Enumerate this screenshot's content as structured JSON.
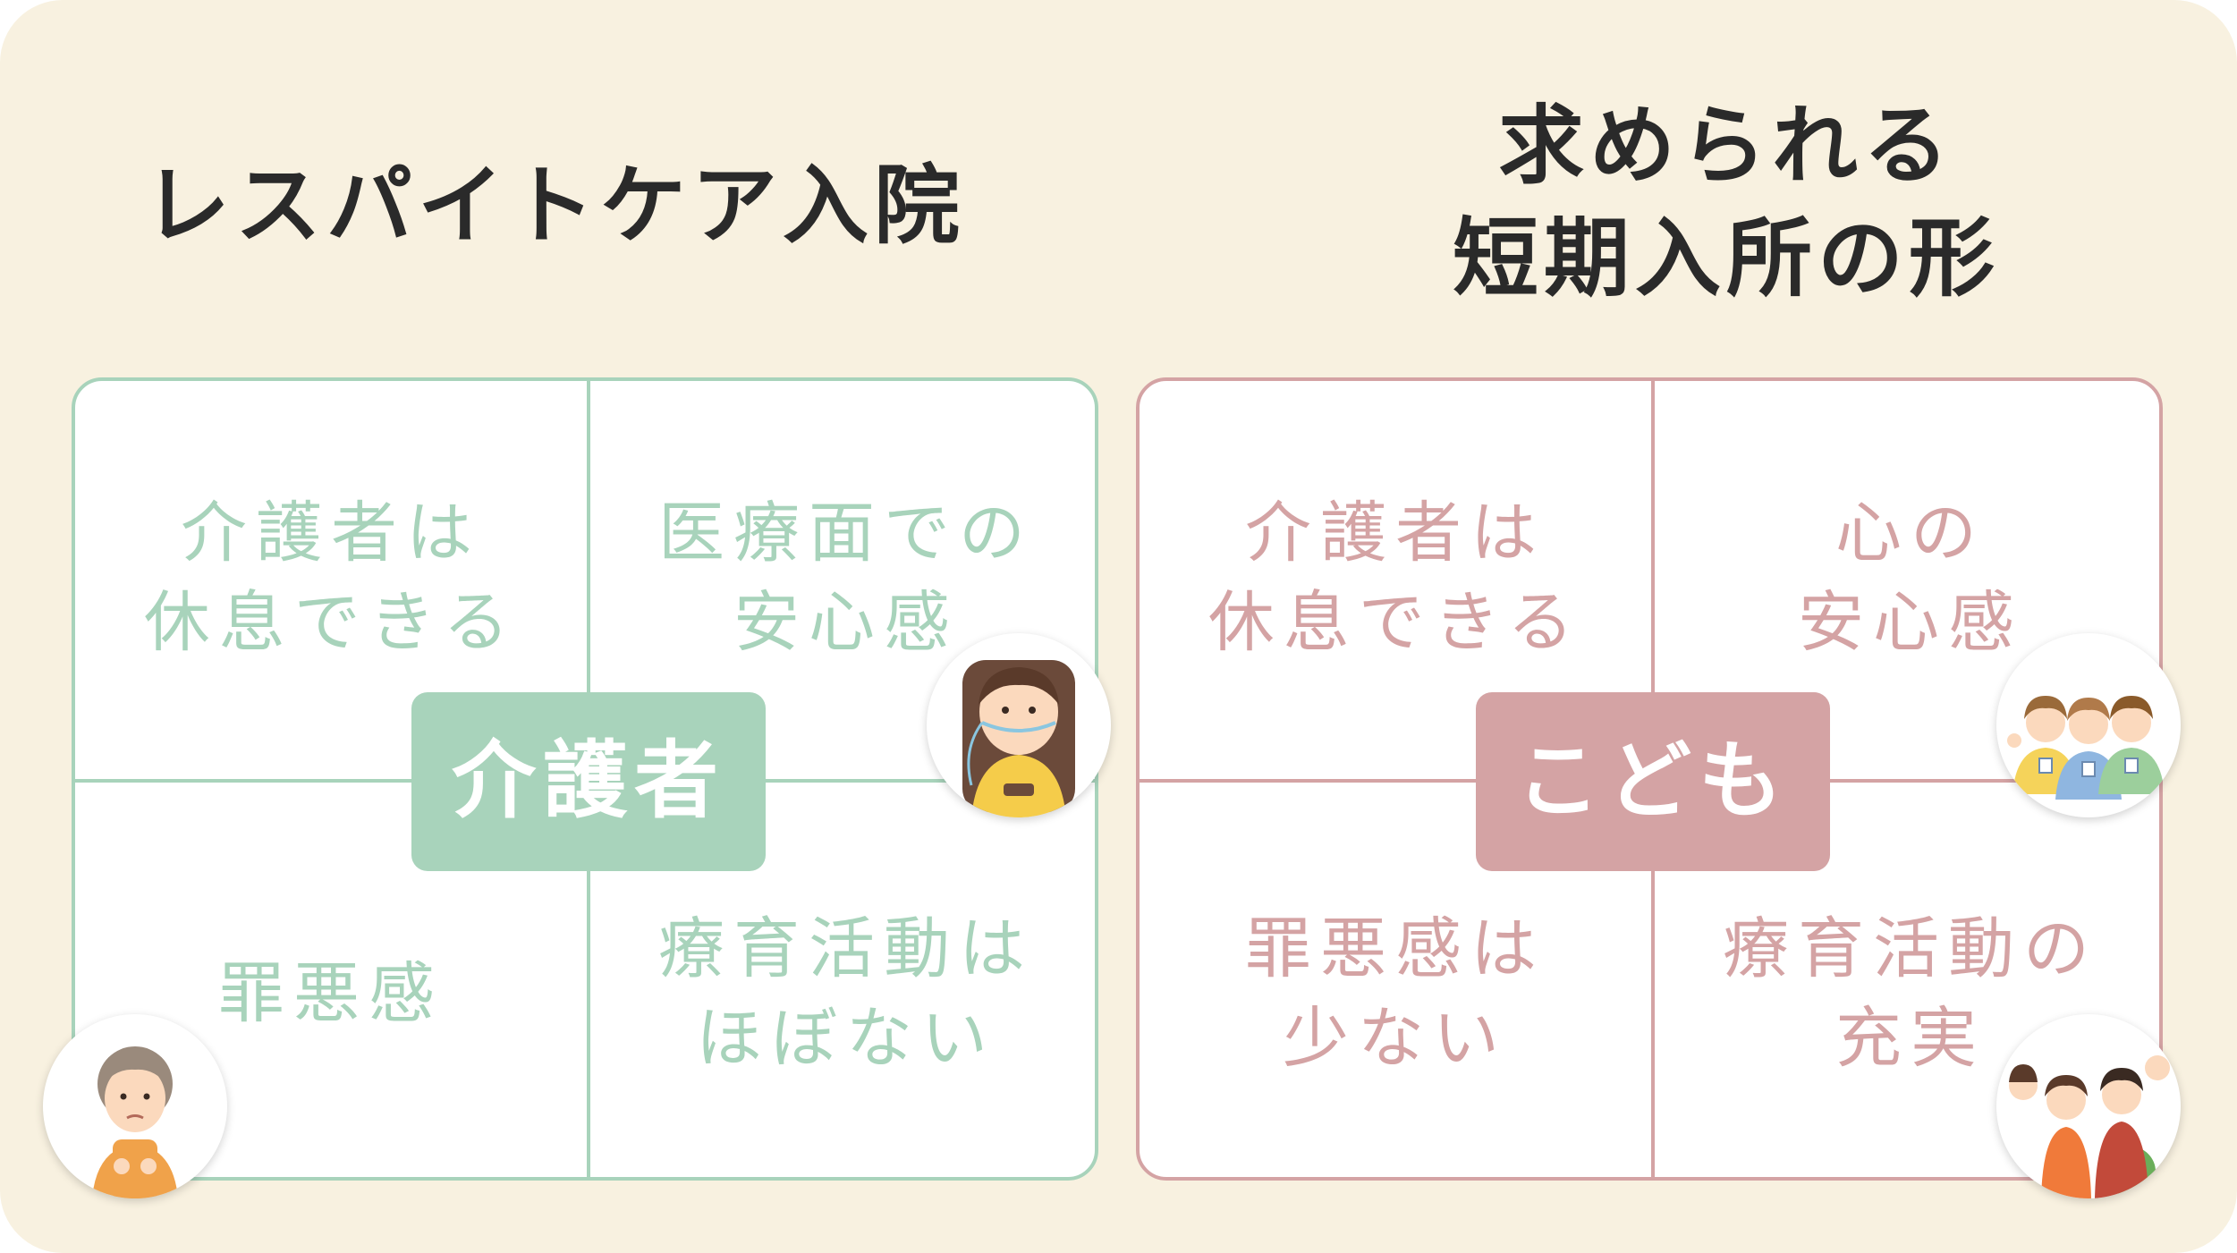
{
  "left_title": "レスパイトケア入院",
  "right_title": [
    "求められる",
    "短期入所の形"
  ],
  "left_panel": {
    "center_label": "介護者",
    "top_left": [
      "介護者は",
      "休息できる"
    ],
    "top_right": [
      "医療面での",
      "安心感"
    ],
    "bottom_left": [
      "罪悪感"
    ],
    "bottom_right": [
      "療育活動は",
      "ほぼない"
    ]
  },
  "right_panel": {
    "center_label": "こども",
    "top_left": [
      "介護者は",
      "休息できる"
    ],
    "top_right": [
      "心の",
      "安心感"
    ],
    "bottom_left": [
      "罪悪感は",
      "少ない"
    ],
    "bottom_right": [
      "療育活動の",
      "充実"
    ]
  },
  "colors": {
    "background": "#f8f1e0",
    "green": "#a8d3bb",
    "pink": "#d4a3a4",
    "title": "#2a2a2a"
  },
  "icons": [
    "caregiver-woman-icon",
    "child-with-oxygen-icon",
    "staff-group-icon",
    "kids-activity-icon"
  ]
}
